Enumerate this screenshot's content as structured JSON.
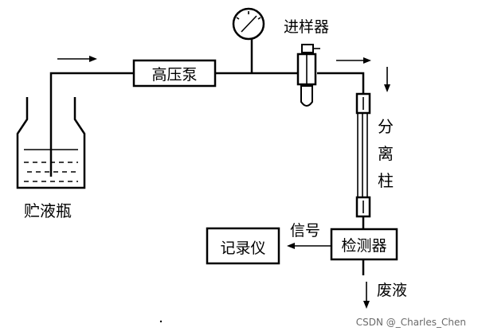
{
  "labels": {
    "pump": "高压泵",
    "injector": "进样器",
    "column": [
      "分",
      "离",
      "柱"
    ],
    "reservoir": "贮液瓶",
    "recorder": "记录仪",
    "detector": "检测器",
    "signal": "信号",
    "waste": "废液"
  },
  "watermark": "CSDN @_Charles_Chen",
  "icons": [
    "pressure-gauge-icon",
    "flow-arrow-icon",
    "injector-valve-icon"
  ]
}
